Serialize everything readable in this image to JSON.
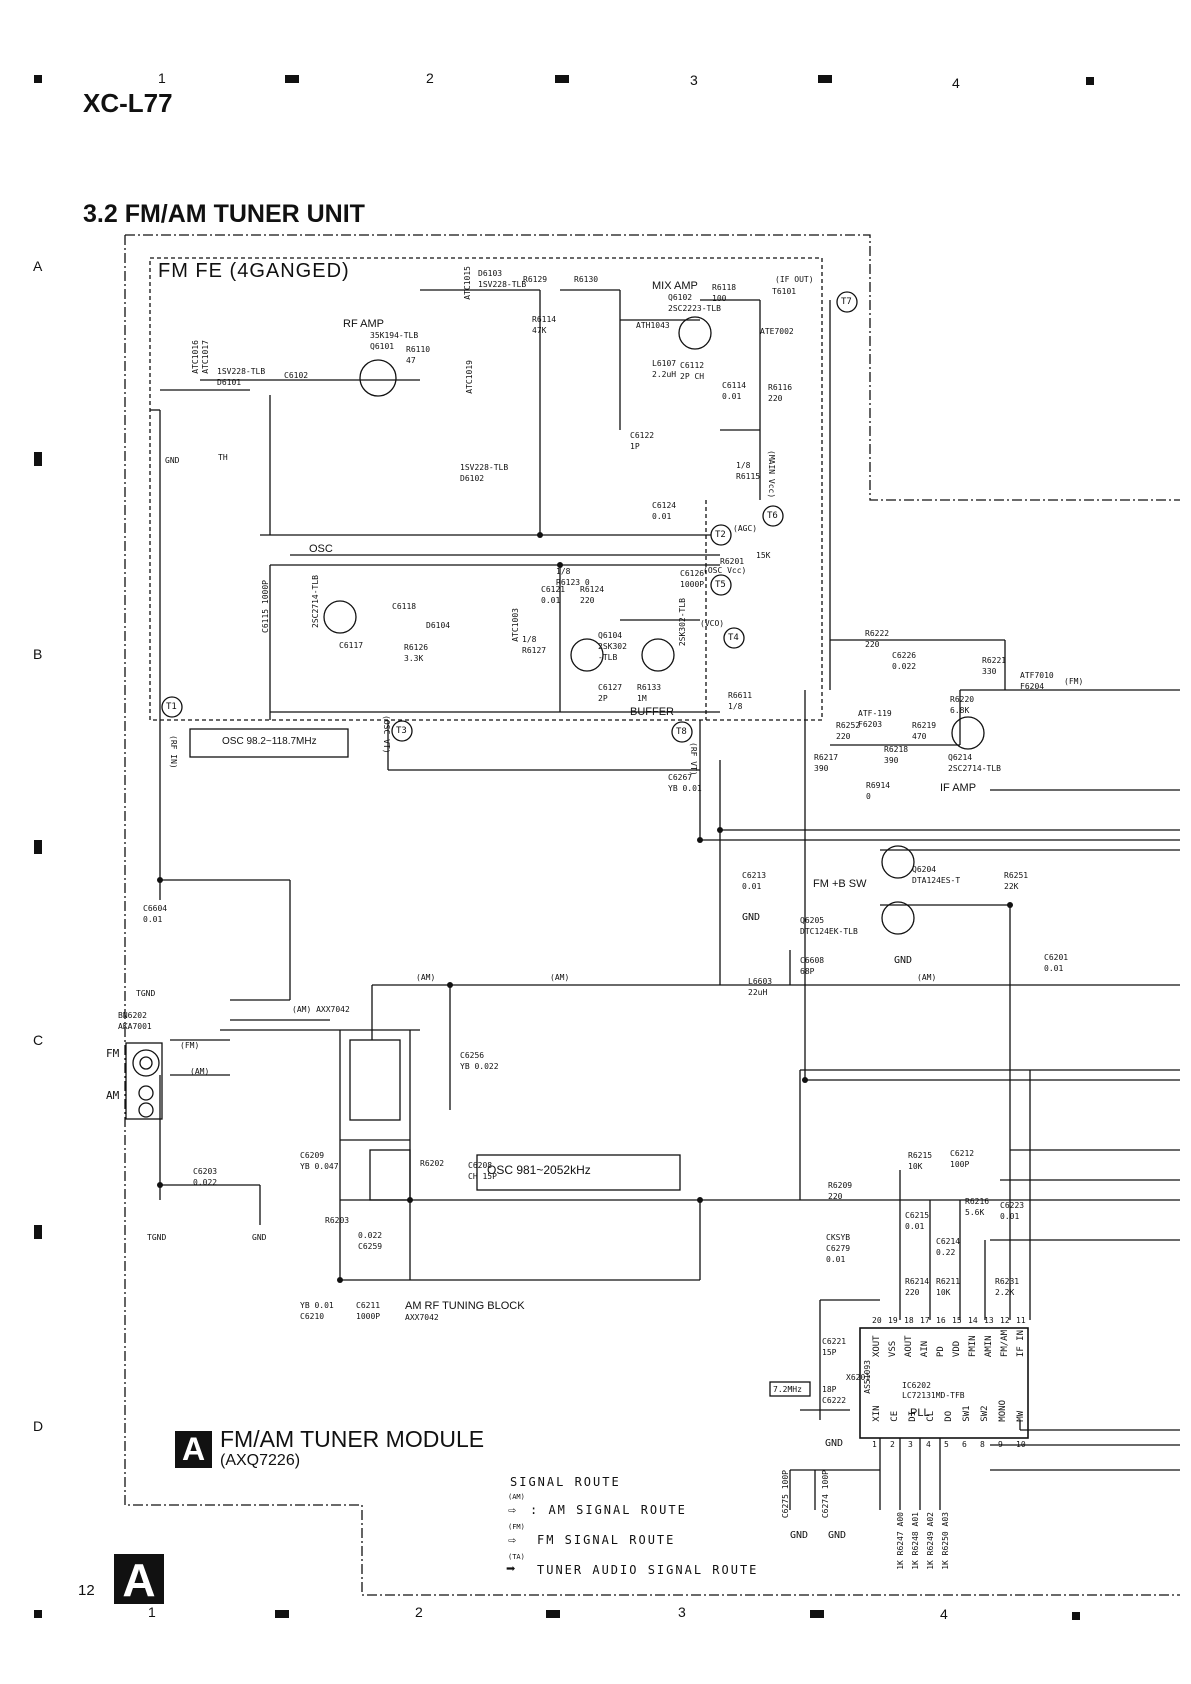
{
  "header": {
    "model": "XC-L77",
    "section_title": "3.2 FM/AM TUNER UNIT"
  },
  "grid": {
    "cols_top": [
      "1",
      "2",
      "3",
      "4"
    ],
    "cols_bottom": [
      "1",
      "2",
      "3",
      "4"
    ],
    "rows": [
      "A",
      "B",
      "C",
      "D"
    ]
  },
  "page_number": "12",
  "corner_letter": "A",
  "module": {
    "letter": "A",
    "title": "FM/AM TUNER MODULE",
    "part": "(AXQ7226)"
  },
  "blocks": {
    "fm_fe": "FM FE (4GANGED)",
    "rf_amp": "RF AMP",
    "mix_amp": "MIX AMP",
    "osc": "OSC",
    "buffer": "BUFFER",
    "if_amp": "IF AMP",
    "fm_b_sw": "FM +B SW",
    "osc_fm_range": "OSC 98.2~118.7MHz",
    "osc_am_range": "OSC 981~2052kHz",
    "am_rf_block": "AM RF TUNING BLOCK",
    "am_rf_part": "AXX7042",
    "if_out": "(IF OUT)",
    "pll": "PLL",
    "ic_name": "IC6202",
    "ic_part": "LC72131MD-TFB",
    "xtal": "7.2MHz"
  },
  "test_points": [
    "T1",
    "T2",
    "T3",
    "T4",
    "T5",
    "T6",
    "T7",
    "T8"
  ],
  "components": {
    "q6101": "35K194-TLB\nQ6101",
    "q6102": "Q6102\n2SC2223-TLB",
    "q6103": "2SC2714-TLB",
    "q6104": "Q6104\n2SK302\n-TLB",
    "q6105": "2SK302-TLB",
    "q6214": "Q6214\n2SC2714-TLB",
    "q6204": "Q6204\nDTA124ES-T",
    "q6205": "Q6205\nDTC124EK-TLB",
    "d6101": "1SV228-TLB\nD6101",
    "d6102": "1SV228-TLB\nD6102",
    "d6103": "D6103\n1SV228-TLB",
    "d6104": "D6104",
    "t6101": "T6101",
    "ate7002": "ATE7002",
    "atf7010": "ATF7010\nF6204",
    "atf119": "ATF-119\nF6203",
    "ath1043": "ATH1043",
    "atc1015": "ATC1015",
    "atc1017": "ATC1017",
    "atc1016": "ATC1016",
    "atc1019": "ATC1019",
    "atc1003": "ATC1003",
    "bn6202": "BN6202\nAKA7001",
    "axx7042": "(AM) AXX7042",
    "l6603": "L6603\n22uH",
    "c6604": "C6604\n0.01",
    "c6203": "C6203\n0.022",
    "c6102": "C6102",
    "r6201": "R6201",
    "r6222": "R6222\n220",
    "r6209": "R6209\n220",
    "r6252": "R6252\n220",
    "r6219": "R6219\n470",
    "r6118": "R6118\n100",
    "r6129": "R6129",
    "r6130": "R6130",
    "r6114": "R6114\n47K",
    "r6110": "R6110\n47",
    "c6115": "C6115\n1000P",
    "c6118": "C6118",
    "c6117": "C6117",
    "r6126": "R6126\n3.3K",
    "c6121": "C6121\n0.01",
    "r6124": "R6124\n220",
    "c6126": "C6126\n1000P",
    "r6123": "1/8\nR6123 0",
    "r6127": "1/8\nR6127",
    "c6127": "C6127\n2P",
    "r6133": "R6133\n1M",
    "c6267": "C6267\nYB 0.01",
    "c6213": "C6213\n0.01",
    "c6608": "C6608\n68P",
    "c6201": "C6201\n0.01",
    "c6256": "C6256\nYB 0.022",
    "c6209": "C6209\nYB 0.047",
    "r6203": "R6203",
    "c6259": "0.022\nC6259",
    "r6202": "R6202",
    "c6208": "C6208\nCH 15P",
    "c6210": "YB 0.01\nC6210",
    "c6211": "C6211\n1000P",
    "r6215": "R6215\n10K",
    "c6212": "C6212\n100P",
    "c6215": "C6215\n0.01",
    "c6223": "C6223\n0.01",
    "c6279": "CKSYB\nC6279\n0.01",
    "c6214": "C6214\n0.22",
    "r6216": "R6216\n5.6K",
    "r6214": "R6214\n220",
    "r6211": "R6211\n10K",
    "r6231": "R6231\n2.2K",
    "r6251": "R6251\n22K",
    "c6221": "C6221\n15P",
    "c6222": "18P\nC6222",
    "x6201": "X6201",
    "as51093": "AS51093",
    "c6275": "C6275\n100P",
    "c6274": "C6274\n100P",
    "r6247": "1K R6247 A00",
    "r6248": "1K R6248 A01",
    "r6249": "1K R6249 A02",
    "r6250": "1K R6250 A03",
    "r6611": "R6611\n1/8",
    "r6115": "1/8\nR6115",
    "r6221": "R6221\n330",
    "r6220": "R6220\n6.8K",
    "r6217": "R6217\n390",
    "r6218": "R6218\n390",
    "r6914": "R6914\n0",
    "c6226": "C6226\n0.022",
    "c6124": "C6124\n0.01",
    "c6122": "C6122\n1P",
    "c6114": "C6114\n0.01",
    "r6116": "R6116\n220",
    "c6112": "C6112\n2P CH",
    "l6107": "L6107\n2.2uH"
  },
  "ic_pins_top": [
    {
      "num": "20",
      "name": "XOUT"
    },
    {
      "num": "19",
      "name": "VSS"
    },
    {
      "num": "18",
      "name": "AOUT"
    },
    {
      "num": "17",
      "name": "AIN"
    },
    {
      "num": "16",
      "name": "PD"
    },
    {
      "num": "15",
      "name": "VDD"
    },
    {
      "num": "14",
      "name": "FMIN"
    },
    {
      "num": "13",
      "name": "AMIN"
    },
    {
      "num": "12",
      "name": "FM/AM"
    },
    {
      "num": "11",
      "name": "IF IN"
    }
  ],
  "ic_pins_bottom": [
    {
      "num": "1",
      "name": "XIN"
    },
    {
      "num": "2",
      "name": "CE"
    },
    {
      "num": "3",
      "name": "DI"
    },
    {
      "num": "4",
      "name": "CL"
    },
    {
      "num": "5",
      "name": "DO"
    },
    {
      "num": "6",
      "name": "SW1"
    },
    {
      "num": "8",
      "name": "SW2"
    },
    {
      "num": "9",
      "name": "MONO"
    },
    {
      "num": "10",
      "name": "MW"
    }
  ],
  "signal_tags": {
    "fm": "(FM)",
    "am": "(AM)",
    "rf_in": "(RF IN)",
    "osc_vt": "(OSC VT)",
    "rf_vt": "(RF VT)",
    "agc": "(AGC)",
    "osc_vcc": "(OSC Vcc)",
    "vco": "(VCO)",
    "main_vcc": "(MAIN Vcc)",
    "15k": "15K",
    "th": "TH",
    "gnd": "GND",
    "tgnd": "TGND",
    "fm_jack": "FM",
    "am_jack": "AM"
  },
  "legend": {
    "title": "SIGNAL ROUTE",
    "items": [
      {
        "tag": "(AM)",
        "label": ": AM SIGNAL ROUTE"
      },
      {
        "tag": "(FM)",
        "label": "FM SIGNAL ROUTE"
      },
      {
        "tag": "(TA)",
        "label": "TUNER AUDIO SIGNAL ROUTE"
      }
    ]
  }
}
